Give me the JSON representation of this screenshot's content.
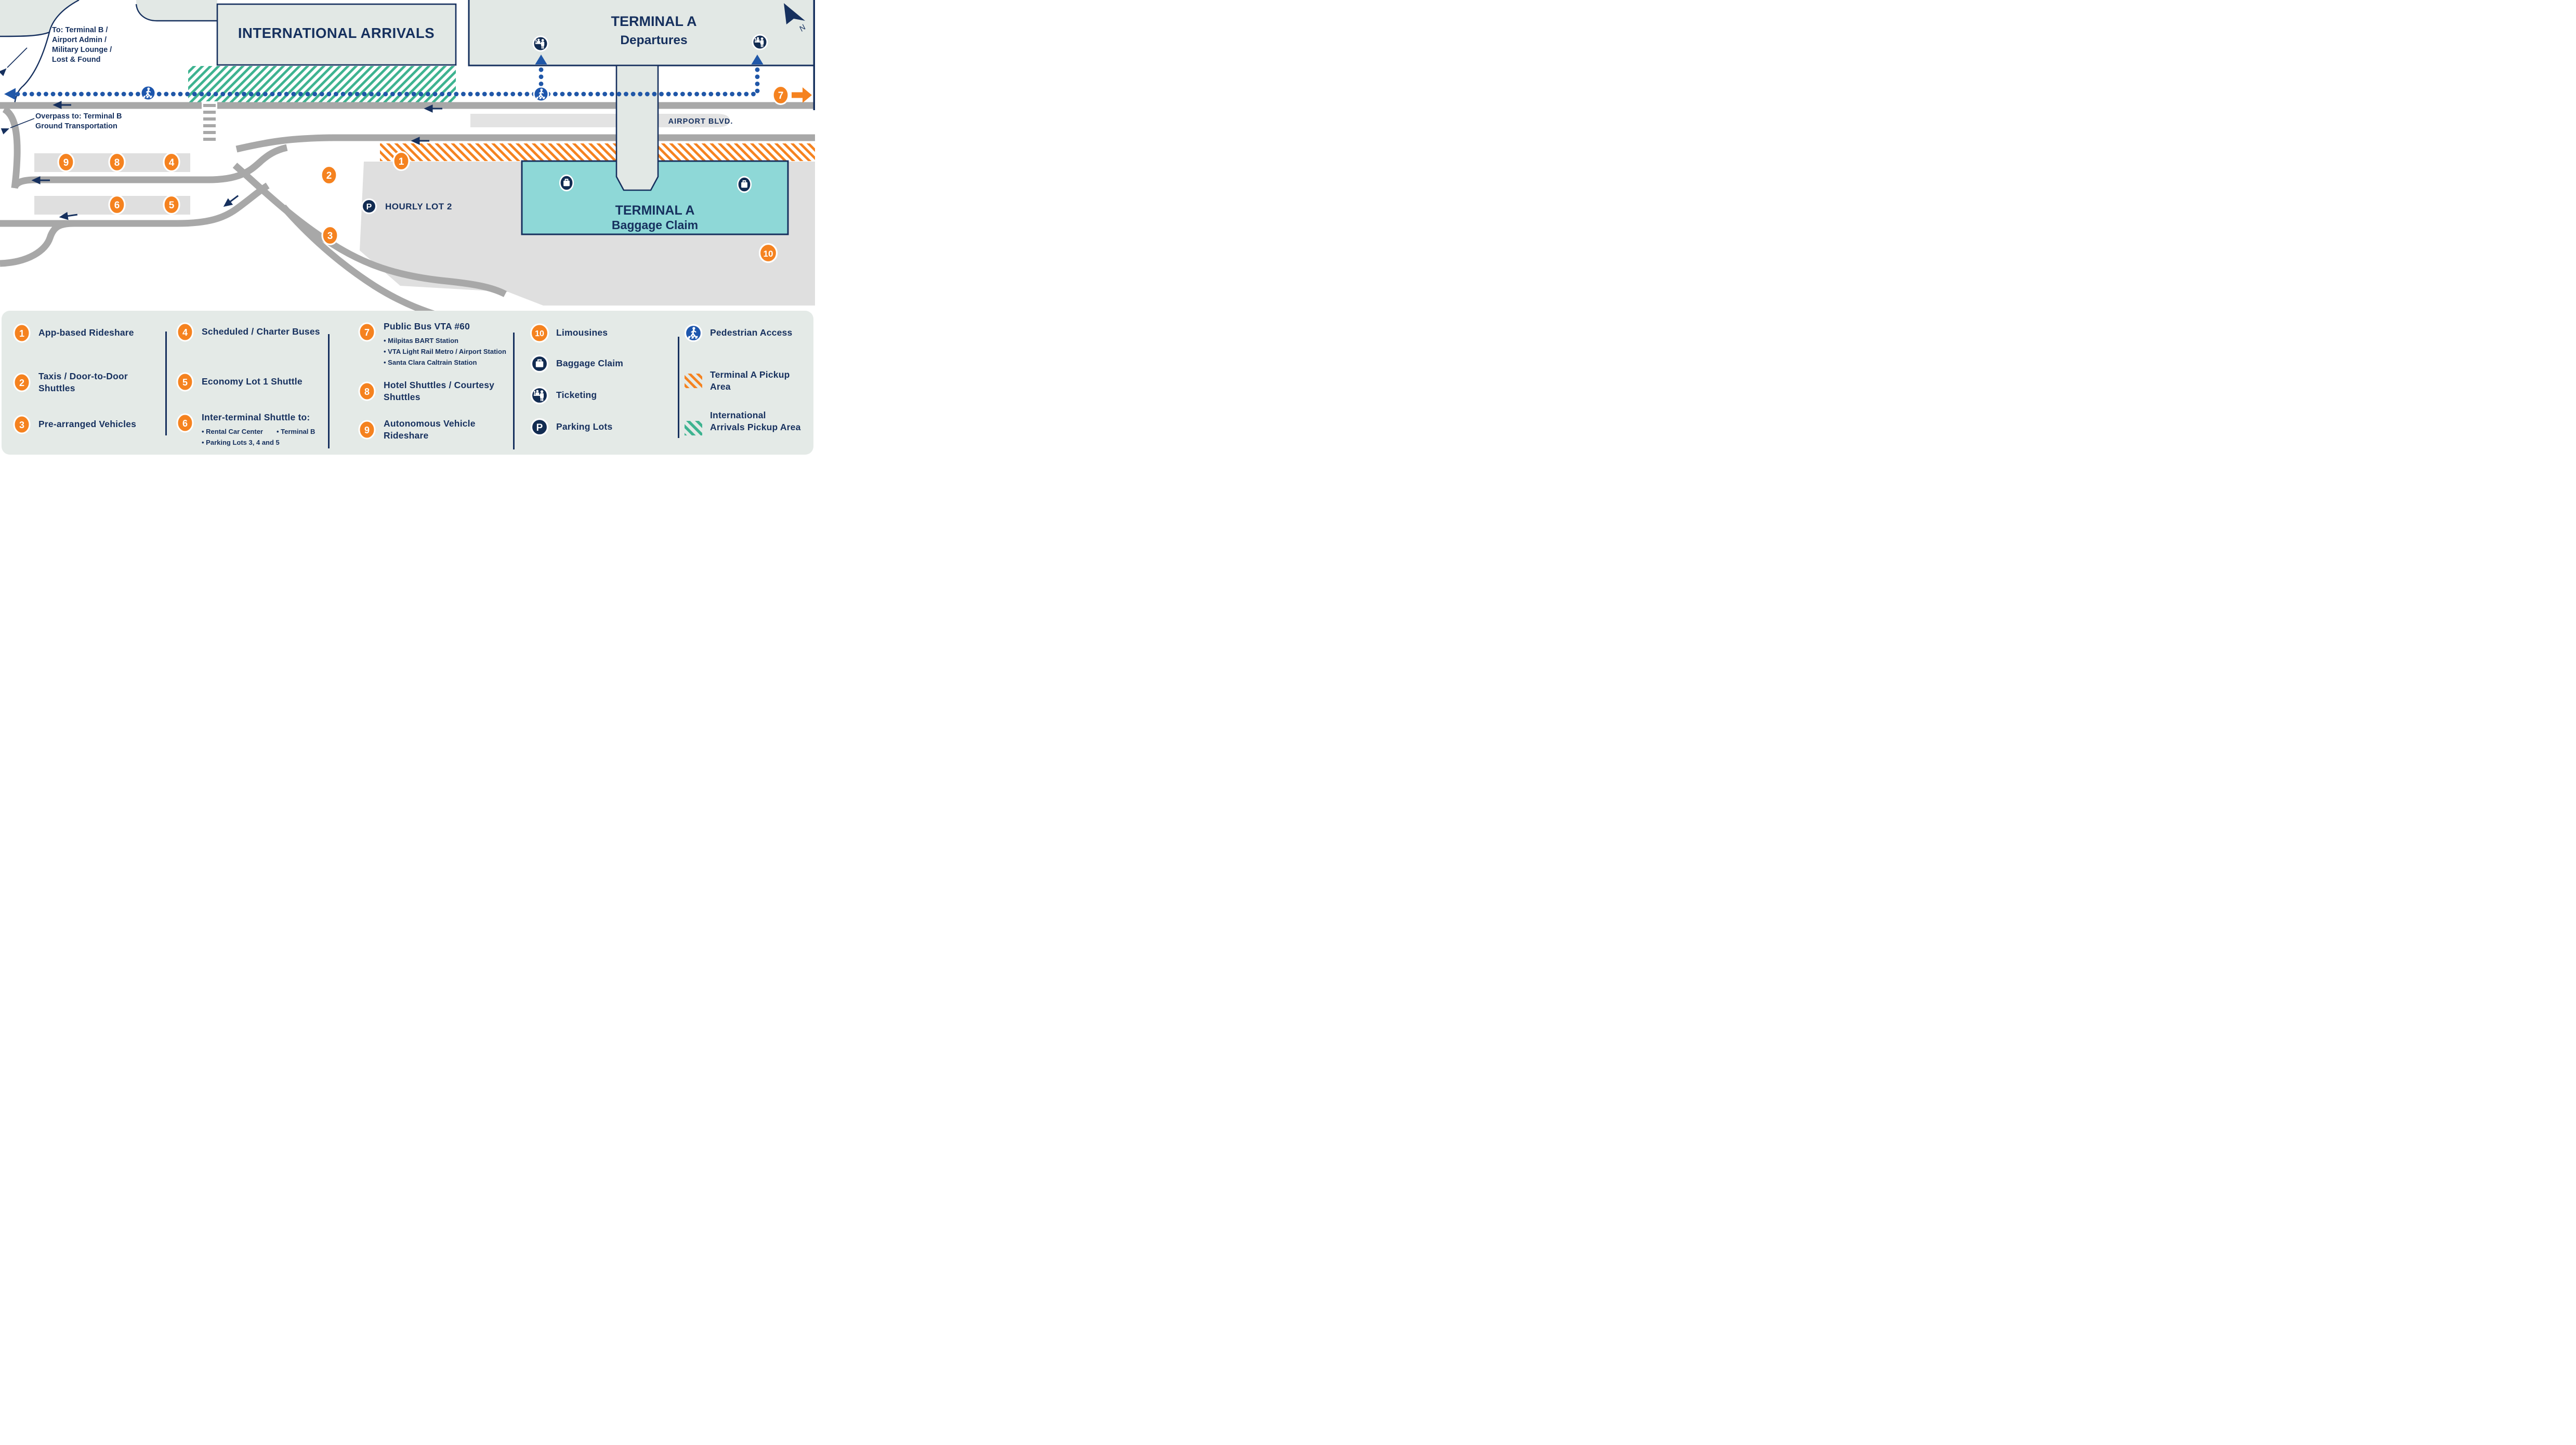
{
  "colors": {
    "navy": "#16305e",
    "icon_navy": "#122c52",
    "blue_dots": "#2057a8",
    "pedestrian_blue": "#1d56ad",
    "orange": "#f5821f",
    "green": "#3db390",
    "teal": "#8ed8d7",
    "road_gray": "#a8a8a8",
    "lot_gray": "#dfdfdf",
    "terminal_band": "#e2e8e5",
    "legend_bg": "#e4eae7"
  },
  "map": {
    "labels": {
      "to_terminal_b": [
        "To: Terminal B /",
        "Airport Admin /",
        "Military Lounge /",
        "Lost & Found"
      ],
      "overpass": [
        "Overpass to: Terminal B",
        "Ground Transportation"
      ],
      "international_arrivals": "INTERNATIONAL ARRIVALS",
      "terminal_a_departures": [
        "TERMINAL A",
        "Departures"
      ],
      "airport_blvd": "AIRPORT BLVD.",
      "hourly_lot": "HOURLY LOT 2",
      "terminal_a_baggage": [
        "TERMINAL A",
        "Baggage Claim"
      ],
      "north": "N",
      "parking_letter": "P"
    },
    "markers": [
      "1",
      "2",
      "3",
      "4",
      "5",
      "6",
      "7",
      "8",
      "9",
      "10"
    ]
  },
  "legend": {
    "items": [
      {
        "num": "1",
        "label": "App-based Rideshare"
      },
      {
        "num": "2",
        "label": "Taxis / Door-to-Door Shuttles"
      },
      {
        "num": "3",
        "label": "Pre-arranged Vehicles"
      },
      {
        "num": "4",
        "label": "Scheduled / Charter Buses"
      },
      {
        "num": "5",
        "label": "Economy Lot 1 Shuttle"
      },
      {
        "num": "6",
        "label": "Inter-terminal Shuttle to:",
        "bullets": [
          "Rental Car Center",
          "Terminal B",
          "Parking Lots 3, 4 and 5"
        ]
      },
      {
        "num": "7",
        "label": "Public Bus VTA #60",
        "bullets": [
          "Milpitas BART Station",
          "VTA Light Rail Metro / Airport Station",
          "Santa Clara Caltrain Station"
        ]
      },
      {
        "num": "8",
        "label": "Hotel Shuttles / Courtesy Shuttles"
      },
      {
        "num": "9",
        "label": "Autonomous Vehicle Rideshare"
      },
      {
        "num": "10",
        "label": "Limousines"
      }
    ],
    "facilities": [
      {
        "label": "Baggage Claim"
      },
      {
        "label": "Ticketing"
      },
      {
        "label": "Parking Lots"
      }
    ],
    "areas": [
      {
        "label": "Pedestrian Access"
      },
      {
        "label": "Terminal A Pickup Area"
      },
      {
        "label": "International Arrivals Pickup Area"
      }
    ]
  }
}
